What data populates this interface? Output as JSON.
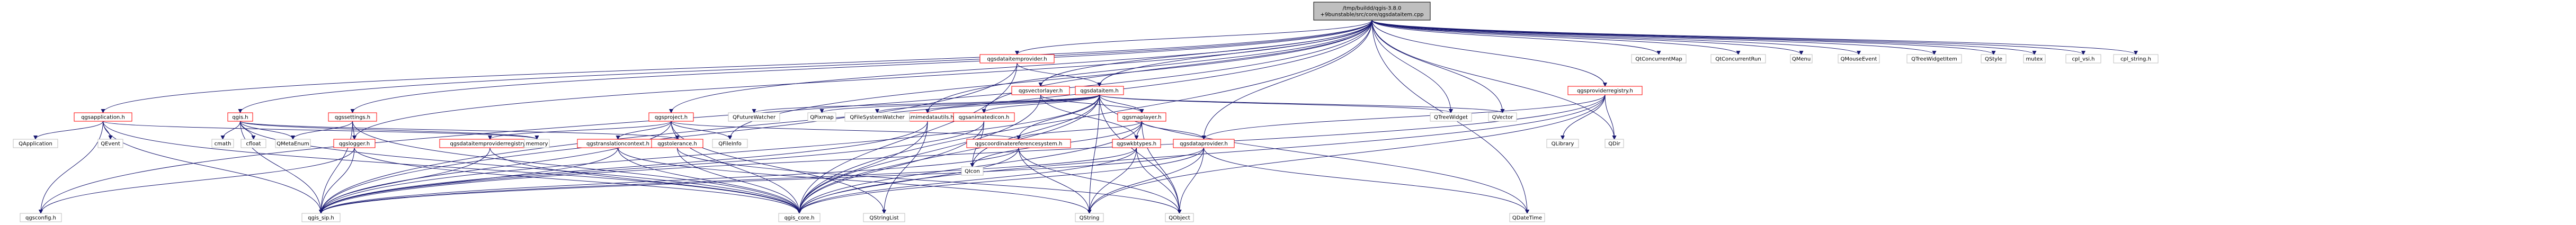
{
  "colors": {
    "background": "#ffffff",
    "node_border_default": "#bfbfbf",
    "node_border_local": "#ff0000",
    "node_border_root": "#000000",
    "node_fill_root": "#bfbfbf",
    "node_fill": "#ffffff",
    "edge": "#191970"
  },
  "nodes": [
    {
      "id": "root",
      "label": "/tmp/buildd/qgis-3.8.0\n+9bunstable/src/core/qgsdataitem.cpp",
      "kind": "root"
    },
    {
      "id": "qgsdataitemprovider_h",
      "label": "qgsdataitemprovider.h",
      "kind": "local"
    },
    {
      "id": "qgsdataitem_h",
      "label": "qgsdataitem.h",
      "kind": "local"
    },
    {
      "id": "qgsvectorlayer_h",
      "label": "qgsvectorlayer.h",
      "kind": "local"
    },
    {
      "id": "qgsproviderregistry_h",
      "label": "qgsproviderregistry.h",
      "kind": "local"
    },
    {
      "id": "qgsapplication_h",
      "label": "qgsapplication.h",
      "kind": "local"
    },
    {
      "id": "qgis_h",
      "label": "qgis.h",
      "kind": "local"
    },
    {
      "id": "qgssettings_h",
      "label": "qgssettings.h",
      "kind": "local"
    },
    {
      "id": "qgsproject_h",
      "label": "qgsproject.h",
      "kind": "local"
    },
    {
      "id": "qgsmimedatautils_h",
      "label": "qgsmimedatautils.h",
      "kind": "local"
    },
    {
      "id": "qgsanimatedicon_h",
      "label": "qgsanimatedicon.h",
      "kind": "local"
    },
    {
      "id": "qgsmaplayer_h",
      "label": "qgsmaplayer.h",
      "kind": "local"
    },
    {
      "id": "qgslogger_h",
      "label": "qgslogger.h",
      "kind": "local"
    },
    {
      "id": "qgsdataitemproviderregistry_h",
      "label": "qgsdataitemproviderregistry.h",
      "kind": "local"
    },
    {
      "id": "qgstranslationcontext_h",
      "label": "qgstranslationcontext.h",
      "kind": "local"
    },
    {
      "id": "qgstolerance_h",
      "label": "qgstolerance.h",
      "kind": "local"
    },
    {
      "id": "qgscoordinatereferencesystem_h",
      "label": "qgscoordinatereferencesystem.h",
      "kind": "local"
    },
    {
      "id": "qgswkbtypes_h",
      "label": "qgswkbtypes.h",
      "kind": "local"
    },
    {
      "id": "qgsdataprovider_h",
      "label": "qgsdataprovider.h",
      "kind": "local"
    },
    {
      "id": "qgsconfig_h",
      "label": "qgsconfig.h",
      "kind": "system"
    },
    {
      "id": "qgis_sip_h",
      "label": "qgis_sip.h",
      "kind": "system"
    },
    {
      "id": "qgis_core_h",
      "label": "qgis_core.h",
      "kind": "system"
    },
    {
      "id": "QApplication",
      "label": "QApplication",
      "kind": "system"
    },
    {
      "id": "QEvent",
      "label": "QEvent",
      "kind": "system"
    },
    {
      "id": "cmath",
      "label": "cmath",
      "kind": "system"
    },
    {
      "id": "cfloat",
      "label": "cfloat",
      "kind": "system"
    },
    {
      "id": "QMetaEnum",
      "label": "QMetaEnum",
      "kind": "system"
    },
    {
      "id": "memory",
      "label": "memory",
      "kind": "system"
    },
    {
      "id": "QFileInfo",
      "label": "QFileInfo",
      "kind": "system"
    },
    {
      "id": "QFutureWatcher",
      "label": "QFutureWatcher",
      "kind": "system"
    },
    {
      "id": "QPixmap",
      "label": "QPixmap",
      "kind": "system"
    },
    {
      "id": "QFileSystemWatcher",
      "label": "QFileSystemWatcher",
      "kind": "system"
    },
    {
      "id": "QIcon",
      "label": "QIcon",
      "kind": "system"
    },
    {
      "id": "QStringList",
      "label": "QStringList",
      "kind": "system"
    },
    {
      "id": "QString",
      "label": "QString",
      "kind": "system"
    },
    {
      "id": "QObject",
      "label": "QObject",
      "kind": "system"
    },
    {
      "id": "QTreeWidget",
      "label": "QTreeWidget",
      "kind": "system"
    },
    {
      "id": "QVector",
      "label": "QVector",
      "kind": "system"
    },
    {
      "id": "QLibrary",
      "label": "QLibrary",
      "kind": "system"
    },
    {
      "id": "QDir",
      "label": "QDir",
      "kind": "system"
    },
    {
      "id": "QDateTime",
      "label": "QDateTime",
      "kind": "system"
    },
    {
      "id": "QtConcurrentMap",
      "label": "QtConcurrentMap",
      "kind": "system"
    },
    {
      "id": "QtConcurrentRun",
      "label": "QtConcurrentRun",
      "kind": "system"
    },
    {
      "id": "QMenu",
      "label": "QMenu",
      "kind": "system"
    },
    {
      "id": "QMouseEvent",
      "label": "QMouseEvent",
      "kind": "system"
    },
    {
      "id": "QTreeWidgetItem",
      "label": "QTreeWidgetItem",
      "kind": "system"
    },
    {
      "id": "QStyle",
      "label": "QStyle",
      "kind": "system"
    },
    {
      "id": "mutex",
      "label": "mutex",
      "kind": "system"
    },
    {
      "id": "cpl_vsi_h",
      "label": "cpl_vsi.h",
      "kind": "system"
    },
    {
      "id": "cpl_string_h",
      "label": "cpl_string.h",
      "kind": "system"
    }
  ],
  "edges": [
    [
      "root",
      "qgsdataitemprovider_h"
    ],
    [
      "root",
      "qgsdataitem_h"
    ],
    [
      "root",
      "qgsvectorlayer_h"
    ],
    [
      "root",
      "qgsproviderregistry_h"
    ],
    [
      "root",
      "qgsapplication_h"
    ],
    [
      "root",
      "qgis_h"
    ],
    [
      "root",
      "qgssettings_h"
    ],
    [
      "root",
      "qgsproject_h"
    ],
    [
      "root",
      "qgsmimedatautils_h"
    ],
    [
      "root",
      "qgsanimatedicon_h"
    ],
    [
      "root",
      "qgslogger_h"
    ],
    [
      "root",
      "qgsdataprovider_h"
    ],
    [
      "root",
      "qgsconfig_h"
    ],
    [
      "root",
      "qgis_sip_h"
    ],
    [
      "root",
      "qgis_core_h"
    ],
    [
      "root",
      "QFileInfo"
    ],
    [
      "root",
      "QTreeWidget"
    ],
    [
      "root",
      "QVector"
    ],
    [
      "root",
      "QDir"
    ],
    [
      "root",
      "QDateTime"
    ],
    [
      "root",
      "QtConcurrentMap"
    ],
    [
      "root",
      "QtConcurrentRun"
    ],
    [
      "root",
      "QMenu"
    ],
    [
      "root",
      "QMouseEvent"
    ],
    [
      "root",
      "QTreeWidgetItem"
    ],
    [
      "root",
      "QStyle"
    ],
    [
      "root",
      "mutex"
    ],
    [
      "root",
      "cpl_vsi_h"
    ],
    [
      "root",
      "cpl_string_h"
    ],
    [
      "qgsdataitemprovider_h",
      "qgsdataitem_h"
    ],
    [
      "qgsdataitemprovider_h",
      "qgis_sip_h"
    ],
    [
      "qgsdataitemprovider_h",
      "qgis_core_h"
    ],
    [
      "qgsdataitem_h",
      "qgsmaplayer_h"
    ],
    [
      "qgsdataitem_h",
      "qgsanimatedicon_h"
    ],
    [
      "qgsdataitem_h",
      "qgsmimedatautils_h"
    ],
    [
      "qgsdataitem_h",
      "QFutureWatcher"
    ],
    [
      "qgsdataitem_h",
      "QPixmap"
    ],
    [
      "qgsdataitem_h",
      "QFileSystemWatcher"
    ],
    [
      "qgsdataitem_h",
      "QIcon"
    ],
    [
      "qgsdataitem_h",
      "QTreeWidget"
    ],
    [
      "qgsdataitem_h",
      "QVector"
    ],
    [
      "qgsdataitem_h",
      "QObject"
    ],
    [
      "qgsdataitem_h",
      "QDateTime"
    ],
    [
      "qgsdataitem_h",
      "QString"
    ],
    [
      "qgsdataitem_h",
      "qgis_sip_h"
    ],
    [
      "qgsdataitem_h",
      "qgis_core_h"
    ],
    [
      "qgsdataitem_h",
      "qgscoordinatereferencesystem_h"
    ],
    [
      "qgsvectorlayer_h",
      "qgsmaplayer_h"
    ],
    [
      "qgsvectorlayer_h",
      "qgis_core_h"
    ],
    [
      "qgsvectorlayer_h",
      "qgswkbtypes_h"
    ],
    [
      "qgsproviderregistry_h",
      "QLibrary"
    ],
    [
      "qgsproviderregistry_h",
      "QDir"
    ],
    [
      "qgsproviderregistry_h",
      "qgsdataprovider_h"
    ],
    [
      "qgsproviderregistry_h",
      "qgis_core_h"
    ],
    [
      "qgsproviderregistry_h",
      "qgis_sip_h"
    ],
    [
      "qgsproviderregistry_h",
      "QString"
    ],
    [
      "qgsapplication_h",
      "QApplication"
    ],
    [
      "qgsapplication_h",
      "QEvent"
    ],
    [
      "qgsapplication_h",
      "qgsconfig_h"
    ],
    [
      "qgsapplication_h",
      "qgis_sip_h"
    ],
    [
      "qgsapplication_h",
      "qgis_core_h"
    ],
    [
      "qgsapplication_h",
      "memory"
    ],
    [
      "qgis_h",
      "cmath"
    ],
    [
      "qgis_h",
      "cfloat"
    ],
    [
      "qgis_h",
      "QMetaEnum"
    ],
    [
      "qgis_h",
      "memory"
    ],
    [
      "qgis_h",
      "qgis_sip_h"
    ],
    [
      "qgis_h",
      "qgis_core_h"
    ],
    [
      "qgis_h",
      "qgstolerance_h"
    ],
    [
      "qgssettings_h",
      "QMetaEnum"
    ],
    [
      "qgssettings_h",
      "qgslogger_h"
    ],
    [
      "qgssettings_h",
      "qgis_sip_h"
    ],
    [
      "qgssettings_h",
      "qgis_core_h"
    ],
    [
      "qgsproject_h",
      "qgsdataitemproviderregistry_h"
    ],
    [
      "qgsproject_h",
      "qgstranslationcontext_h"
    ],
    [
      "qgsproject_h",
      "QFileInfo"
    ],
    [
      "qgsproject_h",
      "qgis_core_h"
    ],
    [
      "qgsproject_h",
      "qgis_sip_h"
    ],
    [
      "qgsproject_h",
      "QStringList"
    ],
    [
      "qgsproject_h",
      "qgscoordinatereferencesystem_h"
    ],
    [
      "qgsmimedatautils_h",
      "QStringList"
    ],
    [
      "qgsmimedatautils_h",
      "qgis_core_h"
    ],
    [
      "qgsmimedatautils_h",
      "qgis_sip_h"
    ],
    [
      "qgsanimatedicon_h",
      "QIcon"
    ],
    [
      "qgsanimatedicon_h",
      "qgis_core_h"
    ],
    [
      "qgsanimatedicon_h",
      "qgis_sip_h"
    ],
    [
      "qgsmaplayer_h",
      "QIcon"
    ],
    [
      "qgsmaplayer_h",
      "qgscoordinatereferencesystem_h"
    ],
    [
      "qgsmaplayer_h",
      "qgsdataprovider_h"
    ],
    [
      "qgsmaplayer_h",
      "qgis_core_h"
    ],
    [
      "qgsmaplayer_h",
      "QObject"
    ],
    [
      "qgsmaplayer_h",
      "qgswkbtypes_h"
    ],
    [
      "qgslogger_h",
      "qgis_sip_h"
    ],
    [
      "qgslogger_h",
      "qgis_core_h"
    ],
    [
      "qgslogger_h",
      "qgsconfig_h"
    ],
    [
      "qgsdataitemproviderregistry_h",
      "qgis_sip_h"
    ],
    [
      "qgsdataitemproviderregistry_h",
      "qgis_core_h"
    ],
    [
      "qgstranslationcontext_h",
      "qgis_core_h"
    ],
    [
      "qgstranslationcontext_h",
      "qgis_sip_h"
    ],
    [
      "qgstranslationcontext_h",
      "QString"
    ],
    [
      "qgstolerance_h",
      "qgis_core_h"
    ],
    [
      "qgstolerance_h",
      "QObject"
    ],
    [
      "qgscoordinatereferencesystem_h",
      "qgis_core_h"
    ],
    [
      "qgscoordinatereferencesystem_h",
      "qgis_sip_h"
    ],
    [
      "qgscoordinatereferencesystem_h",
      "QString"
    ],
    [
      "qgscoordinatereferencesystem_h",
      "QObject"
    ],
    [
      "qgswkbtypes_h",
      "qgis_core_h"
    ],
    [
      "qgswkbtypes_h",
      "qgis_sip_h"
    ],
    [
      "qgswkbtypes_h",
      "QString"
    ],
    [
      "qgswkbtypes_h",
      "QObject"
    ],
    [
      "qgsdataprovider_h",
      "QDateTime"
    ],
    [
      "qgsdataprovider_h",
      "QObject"
    ],
    [
      "qgsdataprovider_h",
      "QString"
    ],
    [
      "qgsdataprovider_h",
      "qgis_core_h"
    ],
    [
      "qgsdataprovider_h",
      "qgis_sip_h"
    ]
  ]
}
